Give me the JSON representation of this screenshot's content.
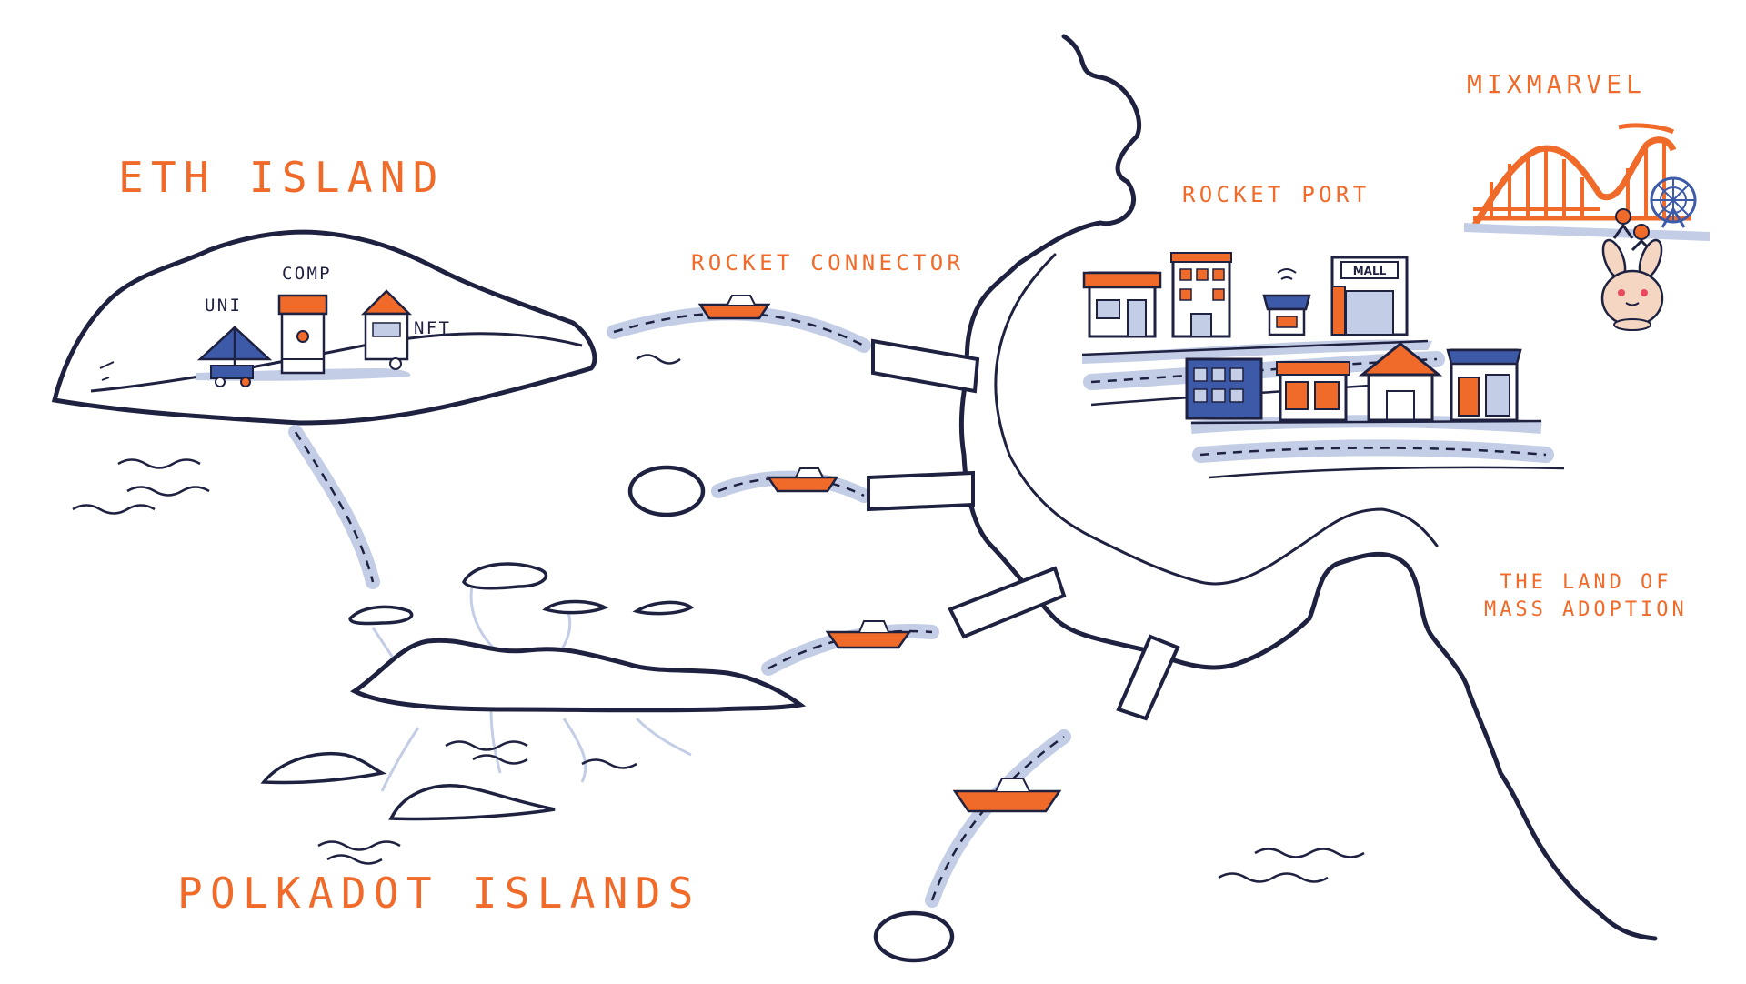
{
  "labels": {
    "eth_island": "ETH ISLAND",
    "polkadot_islands": "POLKADOT ISLANDS",
    "rocket_connector": "ROCKET CONNECTOR",
    "rocket_port": "ROCKET PORT",
    "mixmarvel": "MIXMARVEL",
    "land_of_mass_adoption": "THE LAND OF\nMASS ADOPTION"
  },
  "eth_stalls": {
    "uni": "UNI",
    "comp": "COMP",
    "nft": "NFT"
  },
  "rocket_port_buildings": {
    "mall_sign": "MALL"
  },
  "colors": {
    "label_orange": "#f06a2a",
    "ink_navy": "#1e2140",
    "route_blue": "#c3cde6",
    "building_blue": "#3d5aa8"
  }
}
